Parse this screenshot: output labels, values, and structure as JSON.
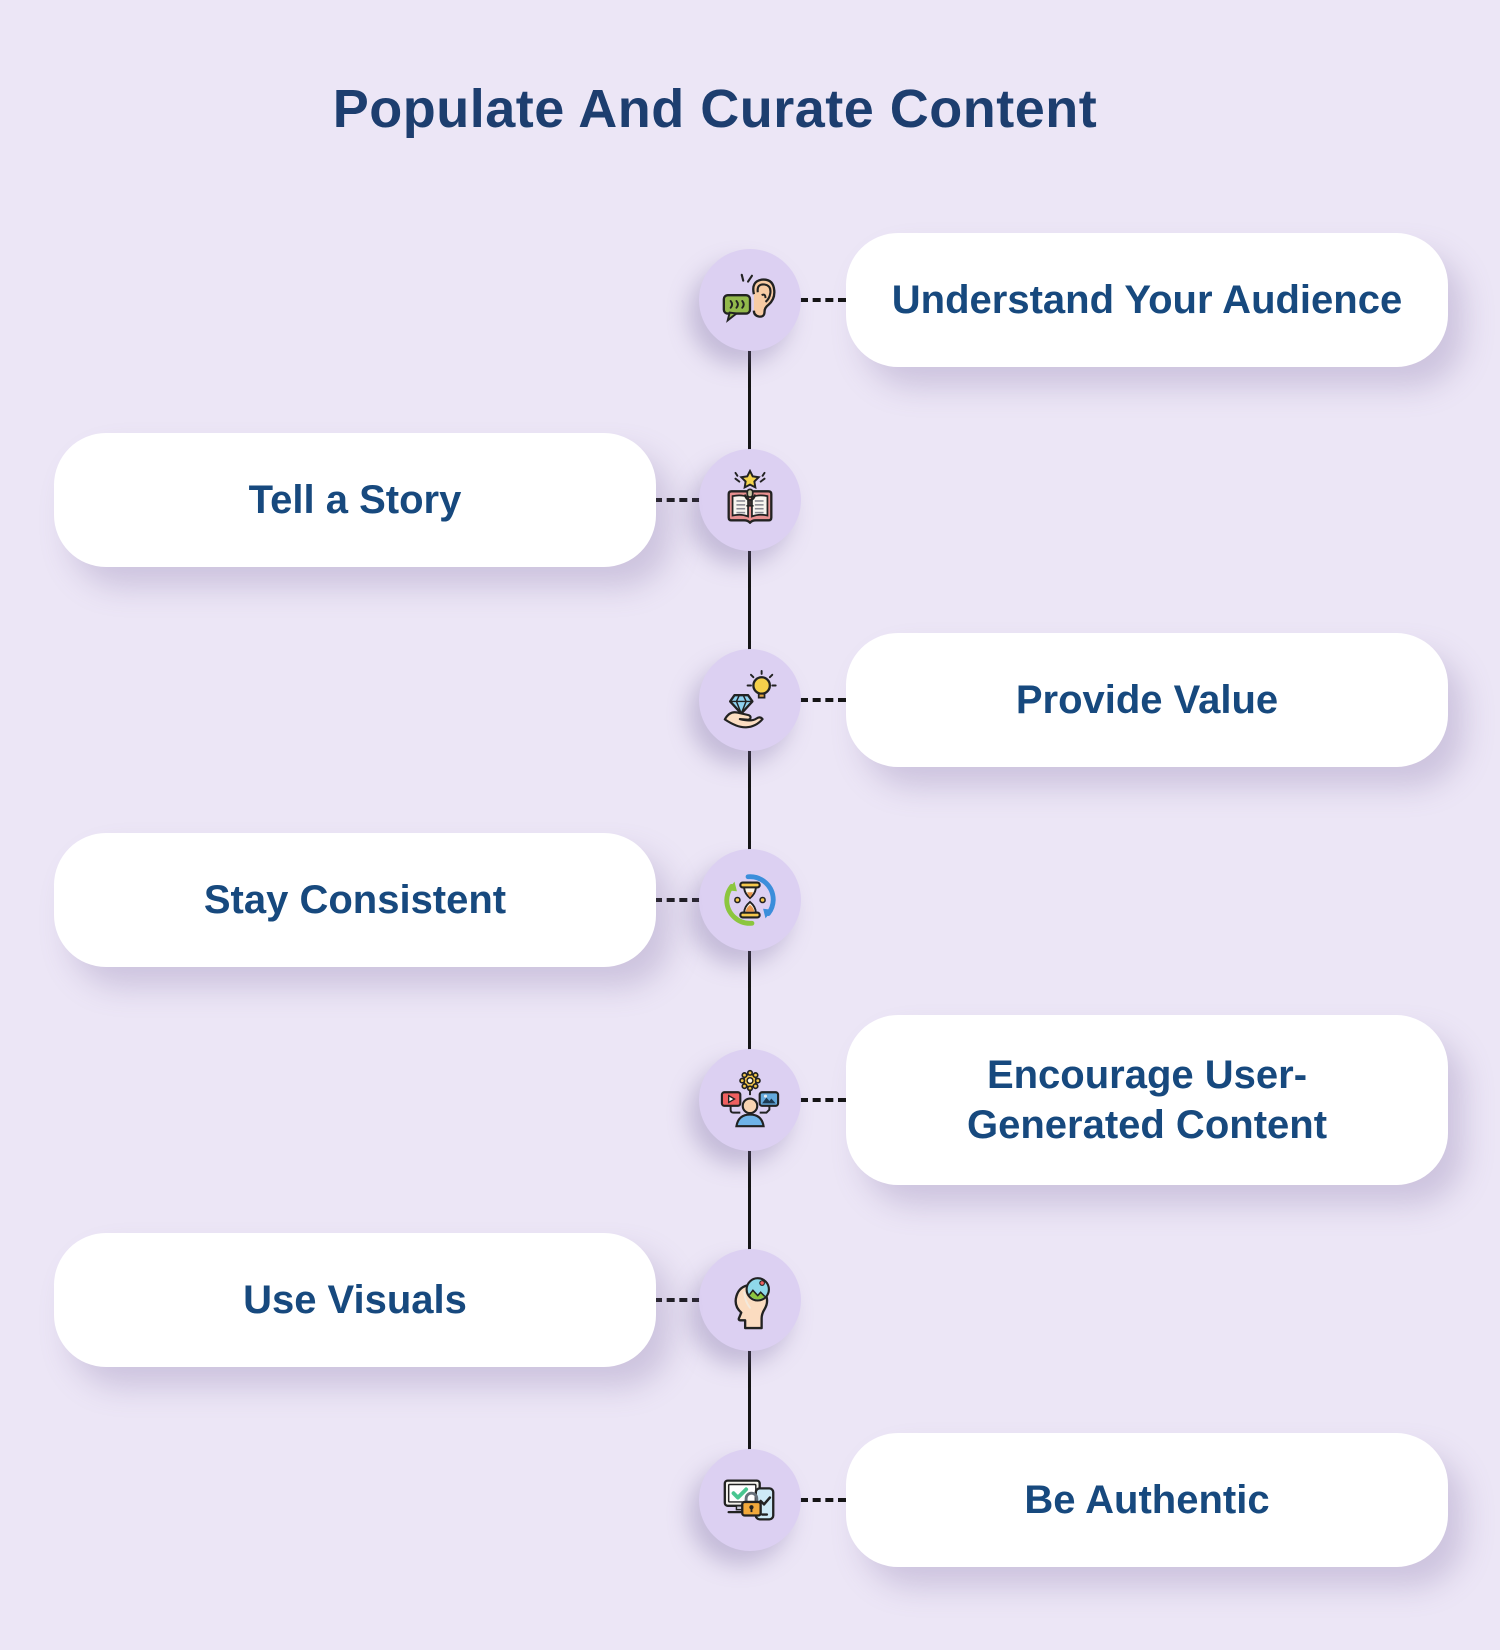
{
  "title": "Populate And Curate Content",
  "colors": {
    "background": "#ECE6F6",
    "circle_fill": "#DCD0F2",
    "card_fill": "#FFFFFF",
    "title_text": "#1D3E6F",
    "label_text": "#17497E",
    "timeline_line": "#141414"
  },
  "steps": [
    {
      "label": "Understand Your Audience",
      "side": "right",
      "icon": "listening-ear-icon"
    },
    {
      "label": "Tell a Story",
      "side": "left",
      "icon": "storybook-icon"
    },
    {
      "label": "Provide Value",
      "side": "right",
      "icon": "value-hand-icon"
    },
    {
      "label": "Stay Consistent",
      "side": "left",
      "icon": "consistency-hourglass-icon"
    },
    {
      "label": "Encourage User-\nGenerated Content",
      "side": "right",
      "icon": "user-generated-content-icon"
    },
    {
      "label": "Use Visuals",
      "side": "left",
      "icon": "visual-mind-icon"
    },
    {
      "label": "Be Authentic",
      "side": "right",
      "icon": "authentic-devices-icon"
    }
  ]
}
